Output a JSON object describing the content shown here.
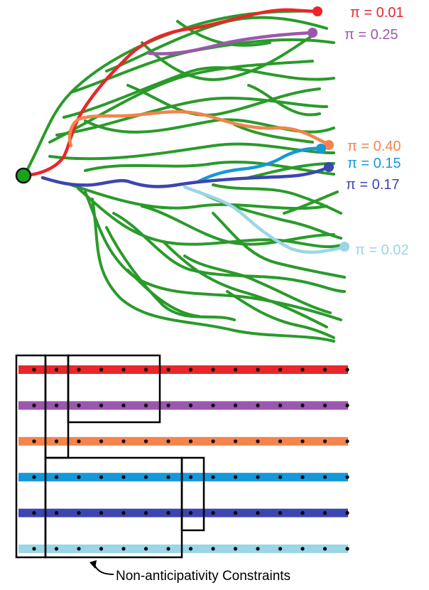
{
  "scenarios": [
    {
      "id": "red",
      "label": "π = 0.01",
      "probability": 0.01,
      "color": "#e8262b"
    },
    {
      "id": "purple",
      "label": "π = 0.25",
      "probability": 0.25,
      "color": "#9b57ad"
    },
    {
      "id": "orange",
      "label": "π = 0.40",
      "probability": 0.4,
      "color": "#f4844a"
    },
    {
      "id": "cyan",
      "label": "π = 0.15",
      "probability": 0.15,
      "color": "#1598d8"
    },
    {
      "id": "blue",
      "label": "π = 0.17",
      "probability": 0.17,
      "color": "#3d45b0"
    },
    {
      "id": "lightblue",
      "label": "π = 0.02",
      "probability": 0.02,
      "color": "#9ad6e6"
    }
  ],
  "tree": {
    "branch_color": "#2a9a2a",
    "root_color": "#1aa31a"
  },
  "timeline": {
    "stages": 15
  },
  "caption": "Non-anticipativity Constraints"
}
